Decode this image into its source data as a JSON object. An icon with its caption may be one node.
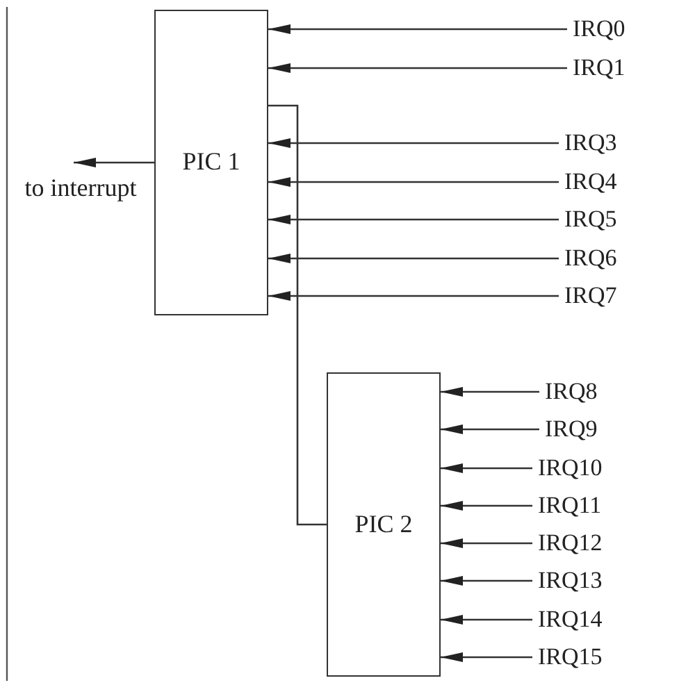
{
  "diagram": {
    "nodes": [
      {
        "text": [
          "PIC 1"
        ]
      },
      {
        "text": [
          "to interrupt"
        ]
      },
      {
        "text": [
          "IRQ0"
        ]
      },
      {
        "text": [
          "IRQ1"
        ]
      },
      {
        "text": [
          "IRQ3"
        ]
      },
      {
        "text": [
          "IRQ4"
        ]
      },
      {
        "text": [
          "IRQ5"
        ]
      },
      {
        "text": [
          "IRQ6"
        ]
      },
      {
        "text": [
          "IRQ7"
        ]
      },
      {
        "text": [
          "PIC 2"
        ]
      },
      {
        "text": [
          "IRQ8"
        ]
      },
      {
        "text": [
          "IRQ9"
        ]
      },
      {
        "text": [
          "IRQ10"
        ]
      },
      {
        "text": [
          "IRQ11"
        ]
      },
      {
        "text": [
          "IRQ12"
        ]
      },
      {
        "text": [
          "IRQ13"
        ]
      },
      {
        "text": [
          "IRQ14"
        ]
      },
      {
        "text": [
          "IRQ15"
        ]
      }
    ],
    "edges": [
      {
        "from": 0,
        "to": 1,
        "arrow": "to"
      },
      {
        "from": 2,
        "to": 0,
        "arrow": "to"
      },
      {
        "from": 3,
        "to": 0,
        "arrow": "to"
      },
      {
        "from": 4,
        "to": 0,
        "arrow": "to"
      },
      {
        "from": 5,
        "to": 0,
        "arrow": "to"
      },
      {
        "from": 6,
        "to": 0,
        "arrow": "to"
      },
      {
        "from": 7,
        "to": 0,
        "arrow": "to"
      },
      {
        "from": 8,
        "to": 0,
        "arrow": "to"
      },
      {
        "from": 9,
        "to": 0,
        "arrow": "none"
      },
      {
        "from": 10,
        "to": 9,
        "arrow": "to"
      },
      {
        "from": 11,
        "to": 9,
        "arrow": "to"
      },
      {
        "from": 12,
        "to": 9,
        "arrow": "to"
      },
      {
        "from": 13,
        "to": 9,
        "arrow": "to"
      },
      {
        "from": 14,
        "to": 9,
        "arrow": "to"
      },
      {
        "from": 15,
        "to": 9,
        "arrow": "to"
      },
      {
        "from": 16,
        "to": 9,
        "arrow": "to"
      },
      {
        "from": 17,
        "to": 9,
        "arrow": "to"
      }
    ]
  }
}
